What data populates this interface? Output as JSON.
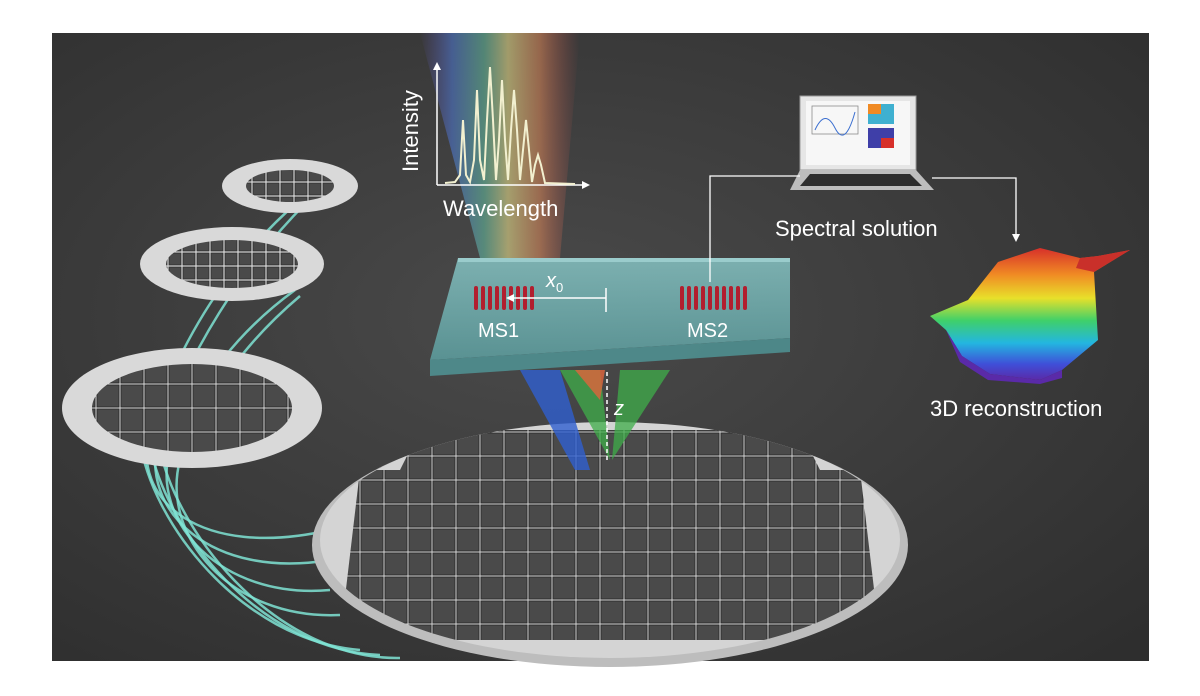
{
  "labels": {
    "intensity": "Intensity",
    "wavelength": "Wavelength",
    "spectral_solution": "Spectral solution",
    "reconstruction": "3D reconstruction",
    "ms1": "MS1",
    "ms2": "MS2",
    "x_symbol": "x",
    "x_subscript": "0",
    "z_symbol": "z"
  },
  "colors": {
    "background": "#3c3c3c",
    "wafer": "#d9d9d9",
    "die": "#4a4a4a",
    "fiber": "#7fe3d4",
    "glass_slab": "#6fb4b4",
    "metasurface": "#b21e2e",
    "beam_blue": "#2f5fd0",
    "beam_green": "#3fae4a",
    "beam_red": "#e0643c",
    "spectrum_line": "#f2f0d0"
  },
  "icons": {
    "laptop": "laptop-icon",
    "surface": "3d-surface-icon"
  }
}
